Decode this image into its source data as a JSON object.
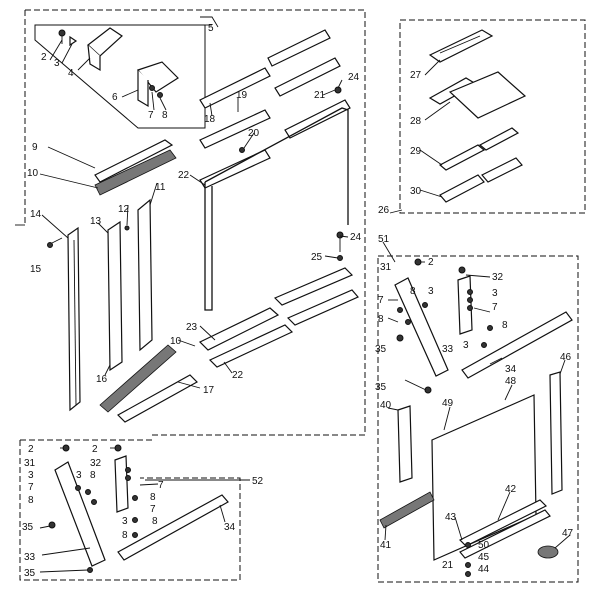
{
  "labels": {
    "l2a": "2",
    "l3a": "3",
    "l4": "4",
    "l5": "5",
    "l6": "6",
    "l7a": "7",
    "l8a": "8",
    "l9": "9",
    "l10a": "10",
    "l11": "11",
    "l12": "12",
    "l13": "13",
    "l14": "14",
    "l15": "15",
    "l16": "16",
    "l17": "17",
    "l18": "18",
    "l19": "19",
    "l20": "20",
    "l21a": "21",
    "l22a": "22",
    "l22b": "22",
    "l23": "23",
    "l24a": "24",
    "l24b": "24",
    "l25": "25",
    "l10b": "10",
    "l26": "26",
    "l27": "27",
    "l28": "28",
    "l29": "29",
    "l30": "30",
    "l51": "51",
    "l31a": "31",
    "l2b": "2",
    "l32a": "32",
    "l7b": "7",
    "l8b": "8",
    "l3b": "3",
    "l8c": "8",
    "l3c": "3",
    "l7c": "7",
    "l8d": "8",
    "l35a": "35",
    "l33a": "33",
    "l3d": "3",
    "l34a": "34",
    "l35b": "35",
    "l46": "46",
    "l48": "48",
    "l40": "40",
    "l49": "49",
    "l42": "42",
    "l43": "43",
    "l41": "41",
    "l47": "47",
    "l50": "50",
    "l45": "45",
    "l21b": "21",
    "l44": "44",
    "l2c": "2",
    "l2d": "2",
    "l31b": "31",
    "l32b": "32",
    "l3e": "3",
    "l8e": "8",
    "l7d": "7",
    "l8f": "8",
    "l3f": "3",
    "l7e": "7",
    "l8g": "8",
    "l7f": "7",
    "l8h": "8",
    "l3g": "3",
    "l8i": "8",
    "l52": "52",
    "l35c": "35",
    "l33b": "33",
    "l35d": "35",
    "l34b": "34"
  }
}
